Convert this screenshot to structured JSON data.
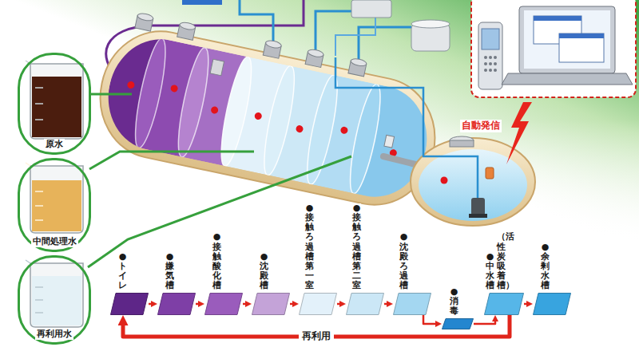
{
  "diagram": {
    "nodes": [
      {
        "text": [
          "原水"
        ]
      },
      {
        "text": [
          "中間処理水"
        ]
      },
      {
        "text": [
          "再利用水"
        ]
      },
      {
        "text": [
          "●トイレ"
        ]
      },
      {
        "text": [
          "●嫌気槽"
        ]
      },
      {
        "text": [
          "●接触酸化槽"
        ]
      },
      {
        "text": [
          "●沈殿槽"
        ]
      },
      {
        "text": [
          "●接触ろ過槽第一室"
        ]
      },
      {
        "text": [
          "●接触ろ過槽第二室"
        ]
      },
      {
        "text": [
          "●沈殿ろ過槽"
        ]
      },
      {
        "text": [
          "●消毒"
        ]
      },
      {
        "text": [
          "●中水槽",
          "（活性炭吸着槽）"
        ]
      },
      {
        "text": [
          "●余剰水槽"
        ]
      }
    ],
    "edges": [
      {
        "from": 3,
        "to": 4,
        "arrow": "to"
      },
      {
        "from": 4,
        "to": 5,
        "arrow": "to"
      },
      {
        "from": 5,
        "to": 6,
        "arrow": "to"
      },
      {
        "from": 6,
        "to": 7,
        "arrow": "to"
      },
      {
        "from": 7,
        "to": 8,
        "arrow": "to"
      },
      {
        "from": 8,
        "to": 9,
        "arrow": "to"
      },
      {
        "from": 9,
        "to": 10,
        "arrow": "to"
      },
      {
        "from": 10,
        "to": 11,
        "arrow": "to"
      },
      {
        "from": 11,
        "to": 12,
        "arrow": "to"
      },
      {
        "from": 11,
        "to": 3,
        "label": "再利用",
        "arrow": "to"
      }
    ],
    "labels": [
      "自動発信"
    ]
  }
}
